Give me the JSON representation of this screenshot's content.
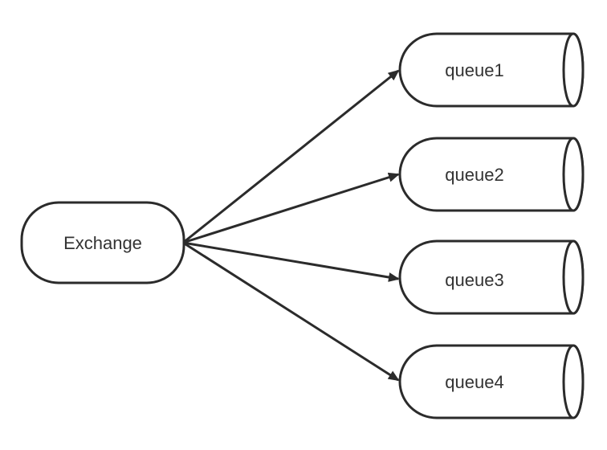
{
  "diagram": {
    "exchange": {
      "label": "Exchange"
    },
    "queues": [
      {
        "label": "queue1"
      },
      {
        "label": "queue2"
      },
      {
        "label": "queue3"
      },
      {
        "label": "queue4"
      }
    ]
  },
  "colors": {
    "stroke": "#2b2b2b",
    "text": "#333333",
    "background": "#ffffff"
  }
}
